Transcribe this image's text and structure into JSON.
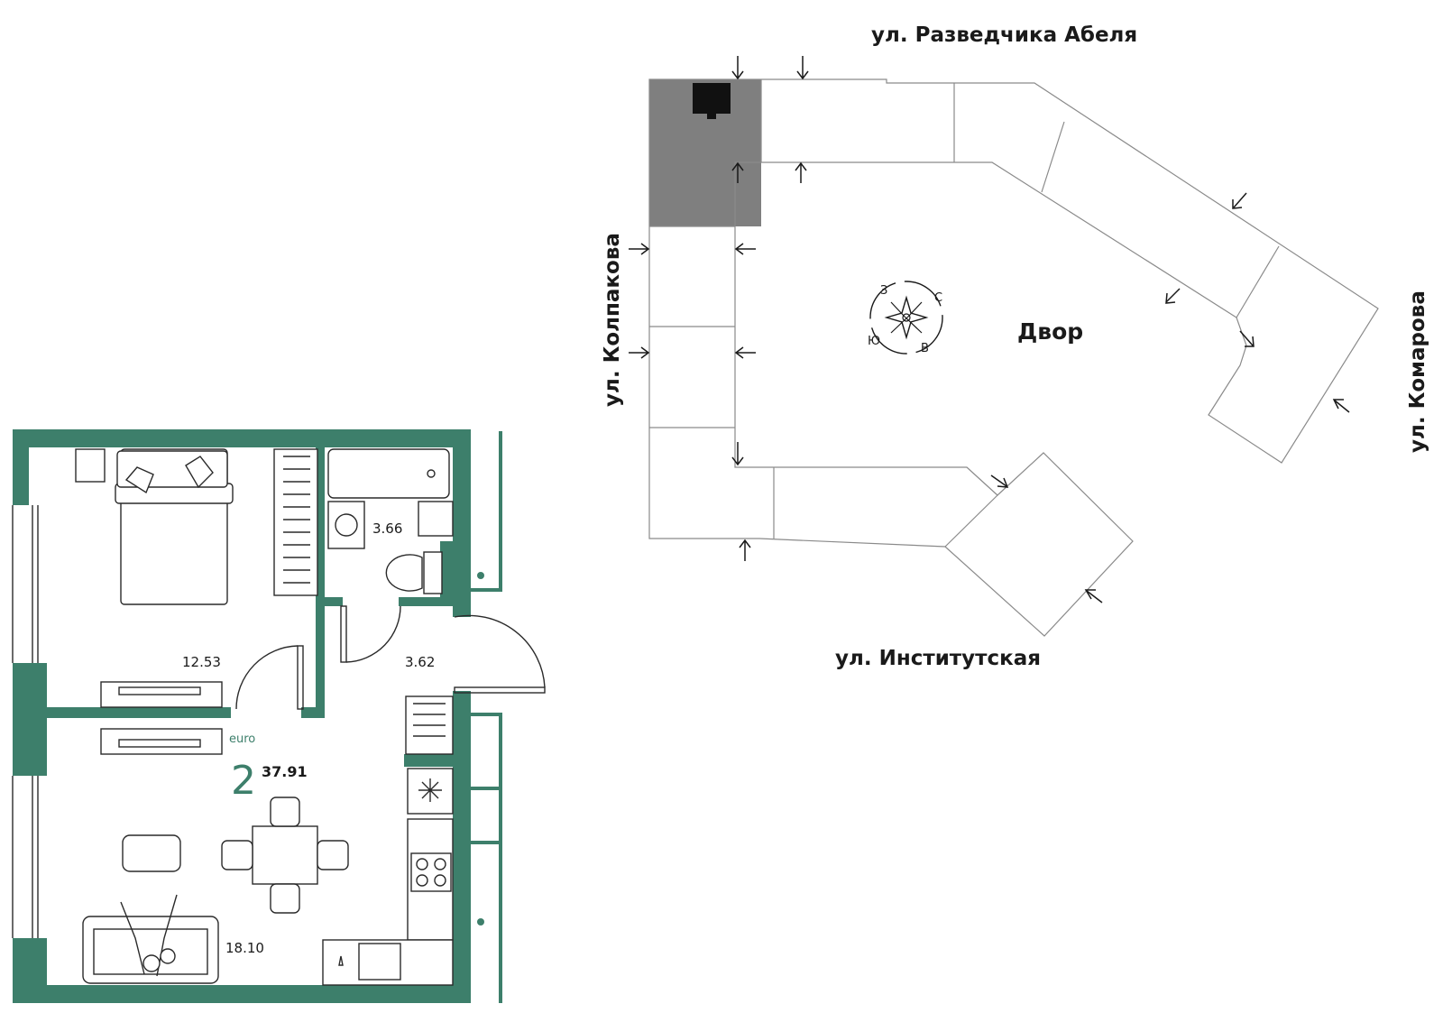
{
  "site_plan": {
    "streets": {
      "north": "ул. Разведчика Абеля",
      "west": "ул. Колпакова",
      "east": "ул. Комарова",
      "south": "ул. Институтская"
    },
    "courtyard": "Двор",
    "compass": {
      "n": "С",
      "e": "В",
      "s": "Ю",
      "w": "З"
    },
    "colors": {
      "selected_section": "#7f7f7f",
      "outline": "#8a8a8a"
    }
  },
  "apartment": {
    "type_tag": "euro",
    "rooms": "2",
    "total_area": "37.91",
    "areas": {
      "bedroom": "12.53",
      "bathroom": "3.66",
      "hallway": "3.62",
      "kitchen_living": "18.10"
    },
    "colors": {
      "wall": "#3d7f6b"
    }
  }
}
